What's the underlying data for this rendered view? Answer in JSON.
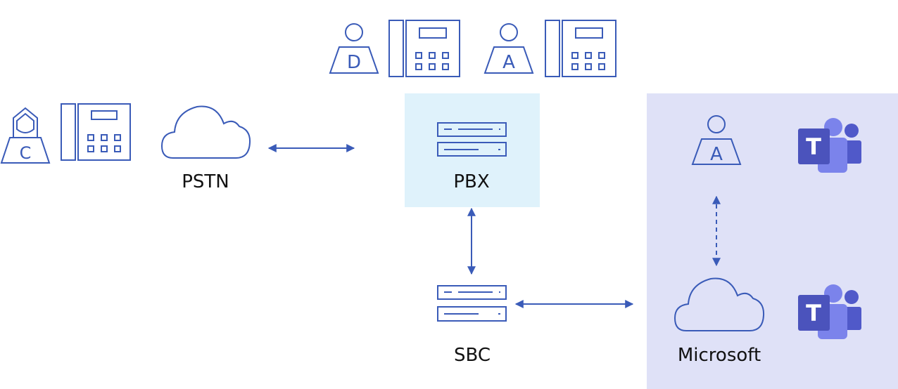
{
  "labels": {
    "pstn": "PSTN",
    "pbx": "PBX",
    "sbc": "SBC",
    "microsoft": "Microsoft"
  },
  "people": {
    "caller": "C",
    "pbx_user_d": "D",
    "pbx_user_a": "A",
    "teams_user_a": "A"
  },
  "icons": {
    "teams_letter": "T"
  },
  "colors": {
    "stroke": "#3a5bb8",
    "pbx_bg": "#dff2fb",
    "microsoft_bg": "#dfe1f7",
    "teams_dark": "#4b53bc",
    "teams_mid": "#5b5fc7",
    "teams_light": "#7b83eb"
  }
}
